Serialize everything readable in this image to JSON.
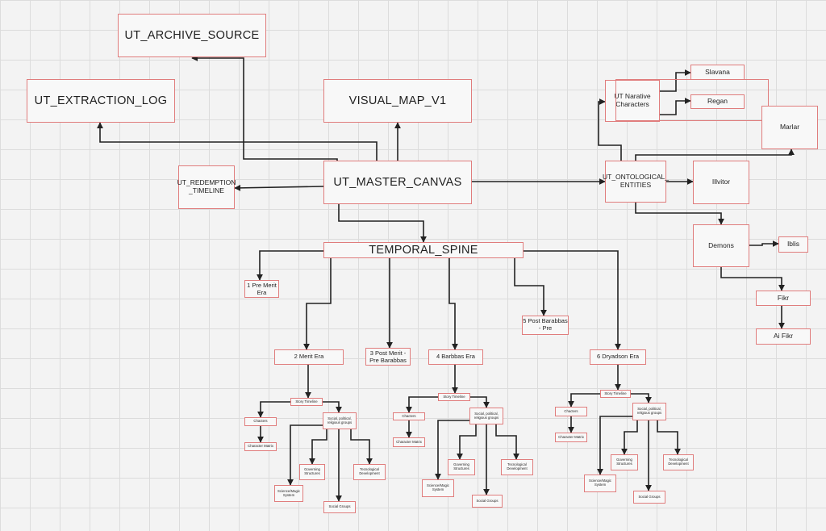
{
  "diagram": {
    "nodes": {
      "archive": "UT_ARCHIVE_SOURCE",
      "extraction": "UT_EXTRACTION_LOG",
      "visual_map": "VISUAL_MAP_V1",
      "master": "UT_MASTER_CANVAS",
      "redemption": "UT_REDEMPTION _TIMELINE",
      "spine": "TEMPORAL_SPINE",
      "ontological": "UT_ONTOLOGICAL_ ENTITIES",
      "narrative": "UT Narative Characters",
      "slavana": "Slavana",
      "regan": "Regan",
      "marlar": "Marlar",
      "illvitor": "Illvitor",
      "demons": "Demons",
      "iblis": "Iblis",
      "fikr": "Fikr",
      "ai_fikr": "Ai Fikr",
      "era1": "1 Pre Merit Era",
      "era2": "2 Merit Era",
      "era3": "3 Post Merit - Pre Barabbas",
      "era4": "4 Barbbas Era",
      "era5": "5 Post Barabbas - Pre",
      "era6": "6 Dryadson Era"
    },
    "subtree": {
      "story_timeline": "Story Timeline",
      "characters": "Chacters",
      "character_matrix": "Character Matrix",
      "social_groups": "Social, political, religious groups",
      "governing": "Governing Structures",
      "technological": "Tecnological Development",
      "science_magic": "Science/Magic System",
      "social": "Social Groups"
    }
  }
}
